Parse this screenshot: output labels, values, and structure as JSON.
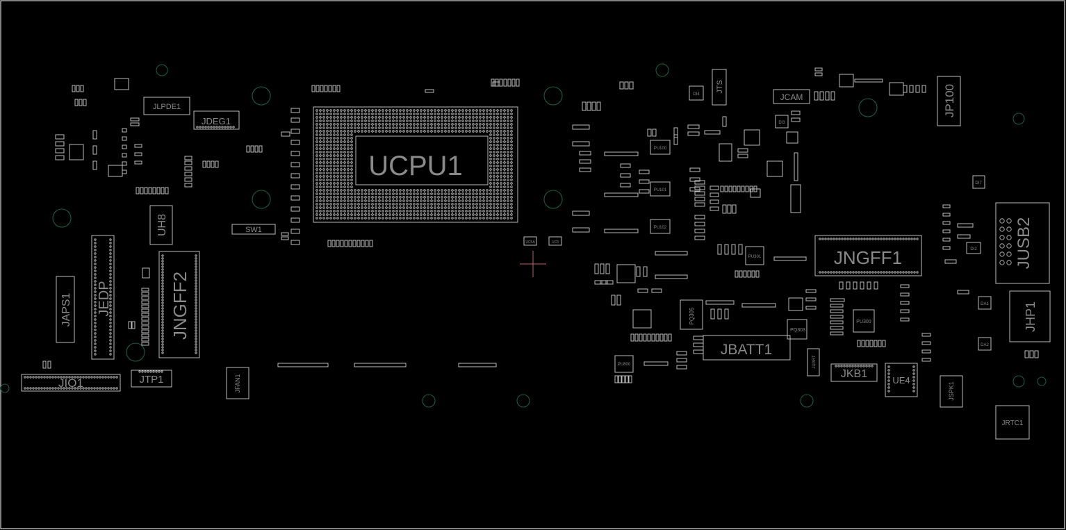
{
  "board": {
    "background": "#000000",
    "outline_color": "#d8d8d8",
    "silk_color": "#bdbdbd",
    "label_color": "#8a8a8a",
    "hole_color": "#1c5a48",
    "cursor_color": "#c06070"
  },
  "components": {
    "ucpu1": "UCPU1",
    "jngff1": "JNGFF1",
    "jngff2": "JNGFF2",
    "jbatt1": "JBATT1",
    "jusb2": "JUSB2",
    "jedp": "JEDP",
    "japs1": "JAPS1",
    "jio1": "JIO1",
    "jtp1": "JTP1",
    "jkb1": "JKB1",
    "ue4": "UE4",
    "jhp1": "JHP1",
    "jp100": "JP100",
    "jcam": "JCAM",
    "jlpde1": "JLPDE1",
    "jdeg1": "JDEG1",
    "uh8": "UH8",
    "sw1": "SW1",
    "jfan1": "JFAN1",
    "jspk1": "JSPK1",
    "jrtc1": "JRTC1",
    "jts": "JTS",
    "jjart": "JUART",
    "pq305": "PQ305",
    "pq303": "PQ303",
    "pu100": "PU100",
    "pu101": "PU101",
    "pu102": "PU102",
    "pu301": "PU301",
    "pu300": "PU300",
    "pu800": "PU800",
    "di7": "DI7",
    "di2": "DI2",
    "da1": "DA1",
    "da2": "DA2",
    "di3": "DI3",
    "di4": "DI4",
    "uc5a": "UC5A",
    "uc5": "UC5"
  }
}
